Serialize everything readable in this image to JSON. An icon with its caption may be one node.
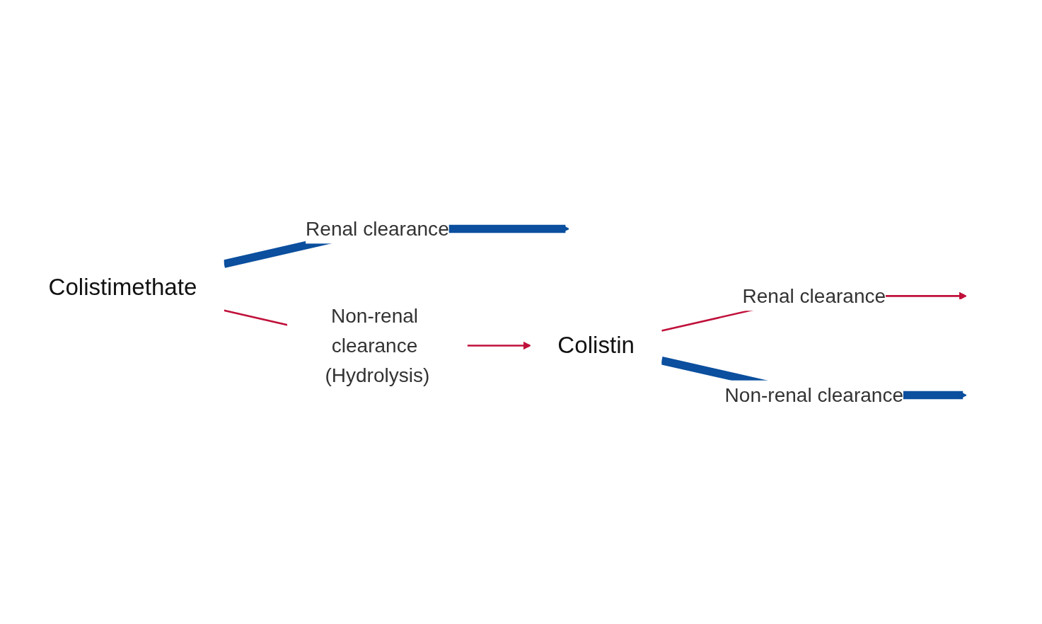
{
  "diagram": {
    "nodes": [
      {
        "text": [
          "Colistimethate"
        ]
      },
      {
        "text": [
          "Colistin"
        ]
      }
    ],
    "edges": [
      {
        "from": 0,
        "to": null,
        "arrow": "to",
        "label": "Renal clearance",
        "style": "thick",
        "color": "#0b4f9e"
      },
      {
        "from": 0,
        "to": 1,
        "arrow": "to",
        "label": "Non-renal clearance (Hydrolysis)",
        "color": "#c0103a"
      },
      {
        "from": 1,
        "to": null,
        "arrow": "to",
        "label": "Renal clearance",
        "color": "#c0103a"
      },
      {
        "from": 1,
        "to": null,
        "arrow": "to",
        "label": "Non-renal clearance",
        "style": "thick",
        "color": "#0b4f9e"
      }
    ]
  }
}
